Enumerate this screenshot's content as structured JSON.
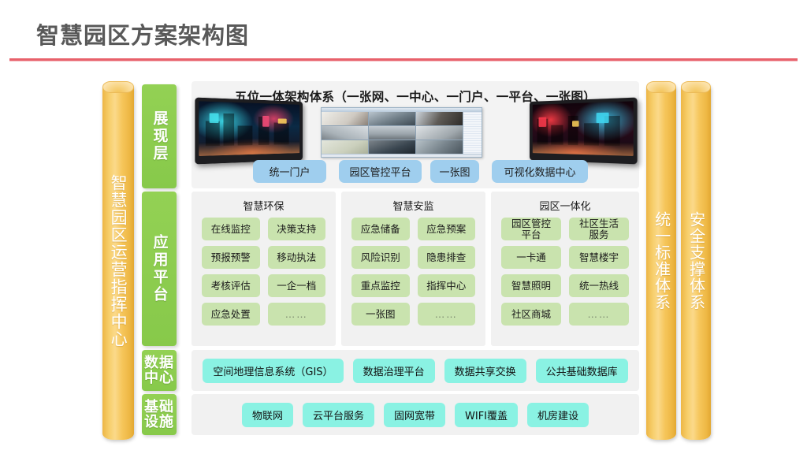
{
  "page": {
    "title": "智慧园区方案架构图",
    "accent_rule_color": "#e8616b"
  },
  "colors": {
    "cylinder_orange": "#f5c24d",
    "layer_green": "#8dce52",
    "app_pill_green": "#c9e3ae",
    "presentation_blue": "#9fceee",
    "data_cyan": "#8af2e3",
    "panel_gray": "#f1f1f1"
  },
  "left_pillar": {
    "label": "智慧园区运营指挥中心"
  },
  "right_pillars": [
    {
      "label": "统一标准体系"
    },
    {
      "label": "安全支撑体系"
    }
  ],
  "layers": [
    {
      "key": "presentation",
      "label": "展现层"
    },
    {
      "key": "application",
      "label": "应用平台"
    },
    {
      "key": "data_center",
      "label": "数据中心"
    },
    {
      "key": "infrastructure",
      "label": "基础设施"
    }
  ],
  "presentation": {
    "heading": "五位一体架构体系（一张网、一中心、一门户、一平台、一张图）",
    "monitors": [
      {
        "name": "left-display",
        "caption": "城市夜景大屏"
      },
      {
        "name": "cctv-wall",
        "caption": "视频监控九宫格"
      },
      {
        "name": "right-display",
        "caption": "城市夜景大屏"
      }
    ],
    "buttons": [
      {
        "label": "统一门户"
      },
      {
        "label": "园区管控平台"
      },
      {
        "label": "一张图"
      },
      {
        "label": "可视化数据中心"
      }
    ]
  },
  "application_platform": {
    "columns": [
      {
        "title": "智慧环保",
        "items": [
          "在线监控",
          "决策支持",
          "预报预警",
          "移动执法",
          "考核评估",
          "一企一档",
          "应急处置",
          "……"
        ]
      },
      {
        "title": "智慧安监",
        "items": [
          "应急储备",
          "应急预案",
          "风险识别",
          "隐患排查",
          "重点监控",
          "指挥中心",
          "一张图",
          "……"
        ]
      },
      {
        "title": "园区一体化",
        "items": [
          "园区管控\n平台",
          "社区生活\n服务",
          "一卡通",
          "智慧楼宇",
          "智慧照明",
          "统一热线",
          "社区商城",
          "……"
        ]
      }
    ]
  },
  "data_center": {
    "items": [
      "空间地理信息系统（GIS）",
      "数据治理平台",
      "数据共享交换",
      "公共基础数据库"
    ]
  },
  "infrastructure": {
    "items": [
      "物联网",
      "云平台服务",
      "固网宽带",
      "WIFI覆盖",
      "机房建设"
    ]
  }
}
